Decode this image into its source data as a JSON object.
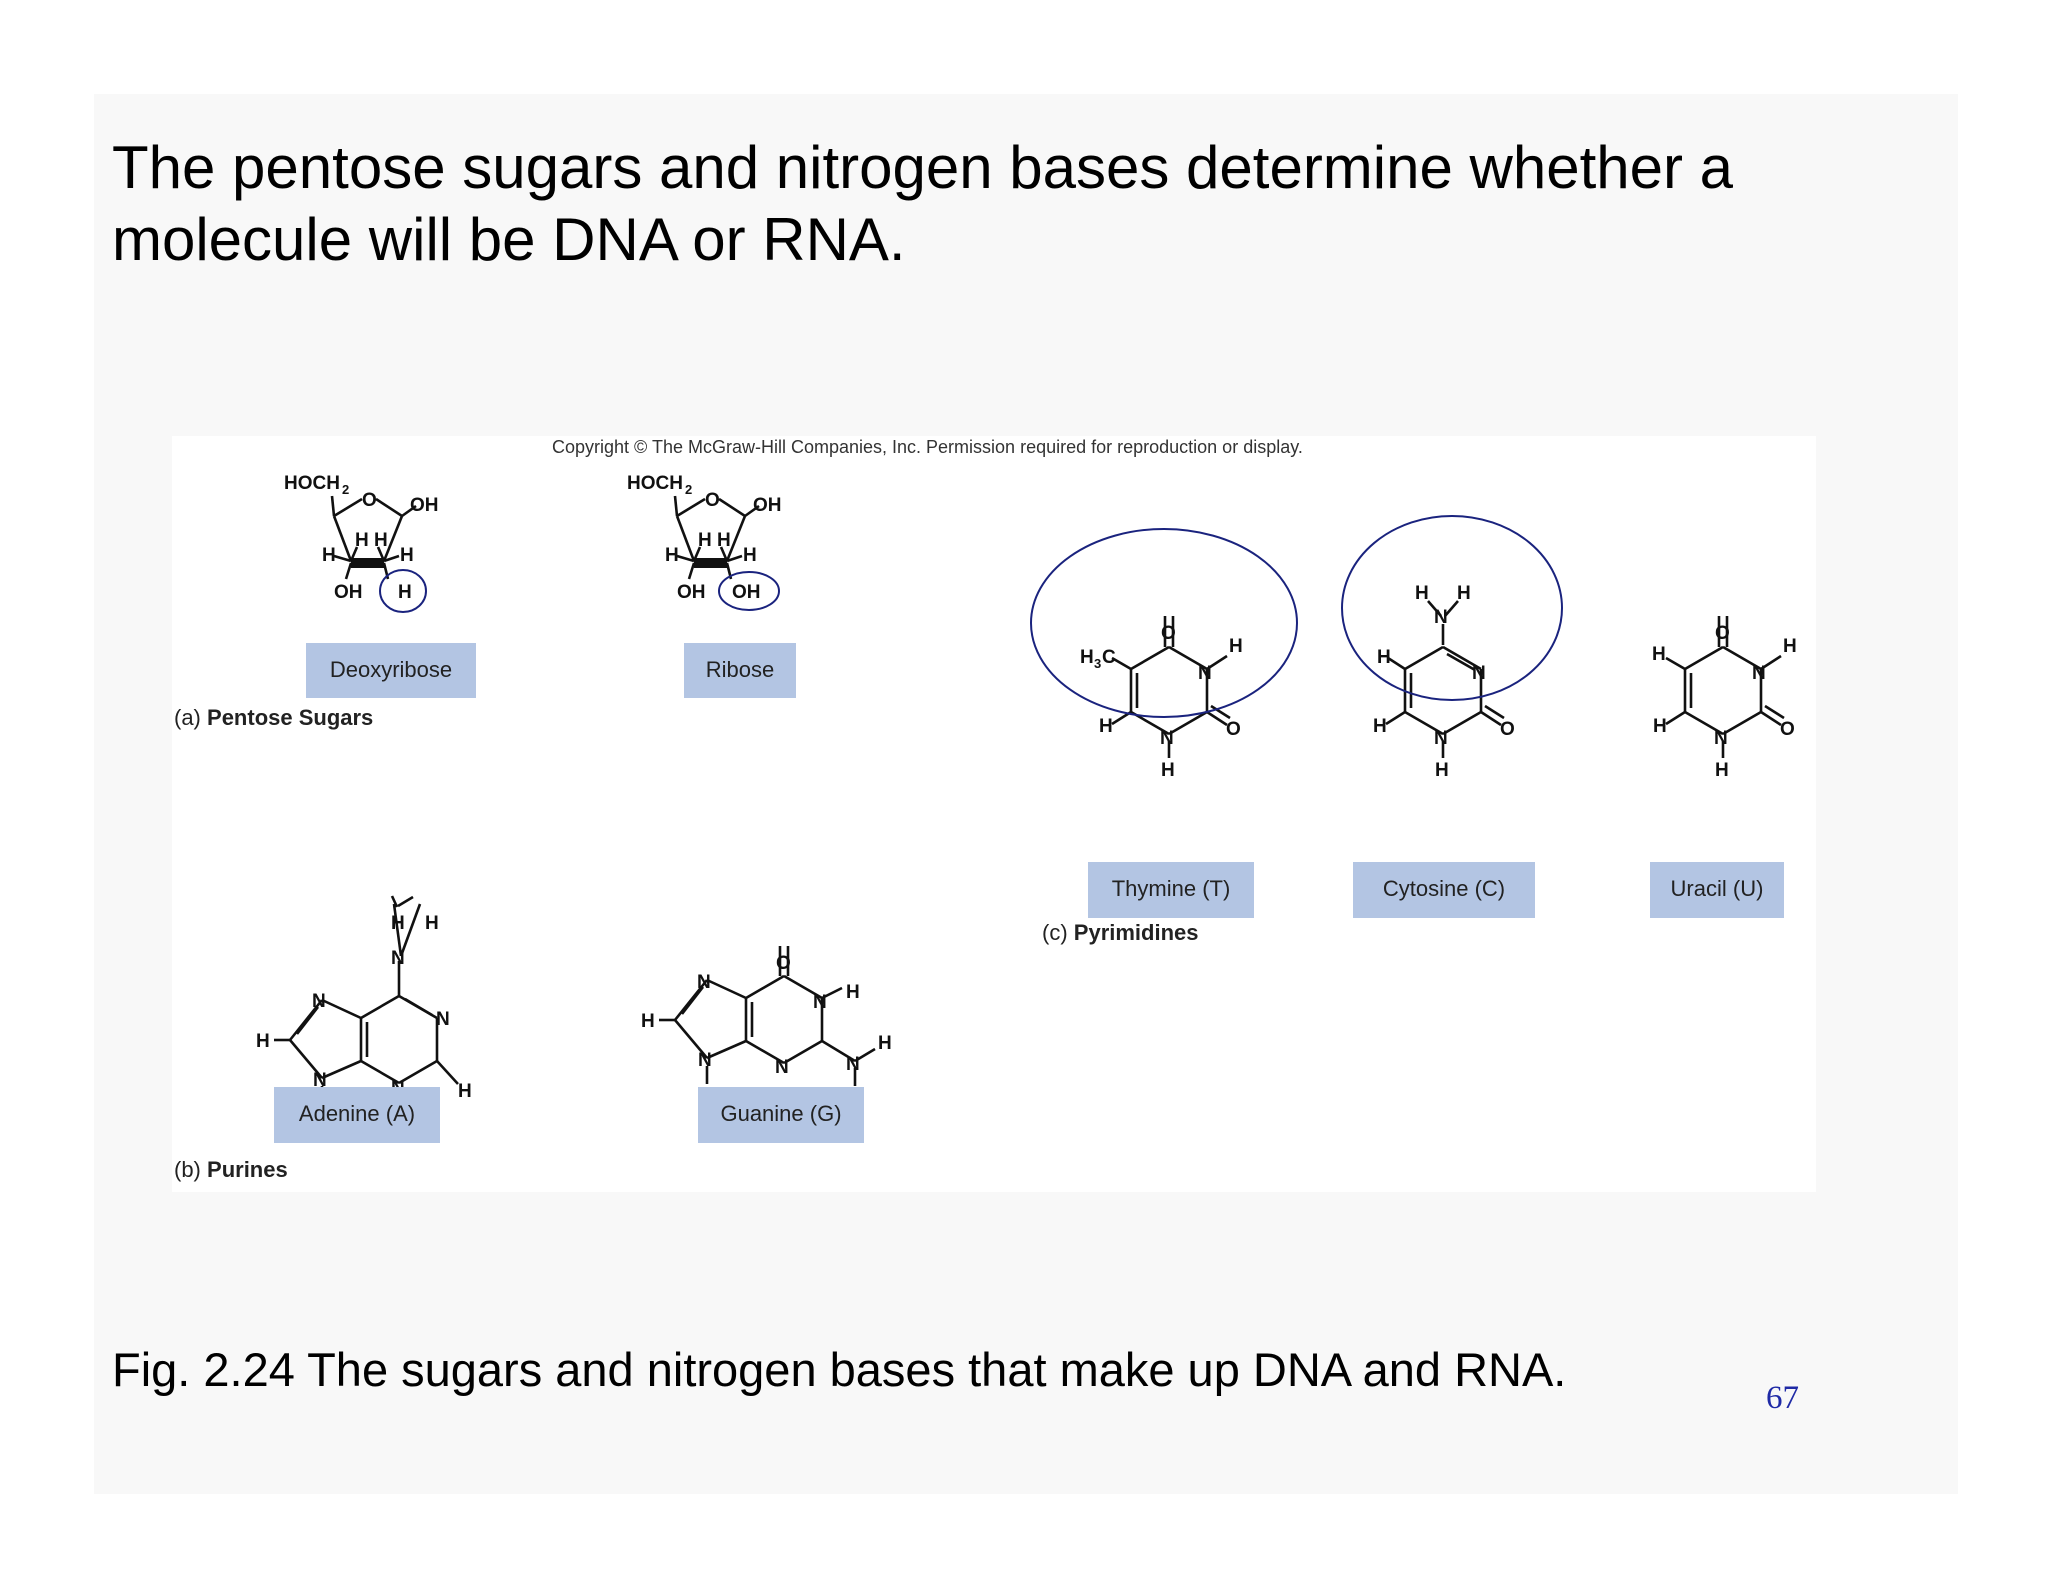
{
  "slide": {
    "title": "The pentose sugars and nitrogen bases determine whether a molecule will be DNA or RNA.",
    "caption": "Fig. 2.24 The sugars and nitrogen bases that make up DNA and RNA.",
    "page_number": "67"
  },
  "figure": {
    "copyright": "Copyright © The McGraw-Hill Companies, Inc. Permission required for reproduction or display.",
    "label_box_color": "#b3c5e3",
    "highlight_circle_color": "#1a237e",
    "sections": {
      "a_prefix": "(a)",
      "a_title": "Pentose Sugars",
      "b_prefix": "(b)",
      "b_title": "Purines",
      "c_prefix": "(c)",
      "c_title": "Pyrimidines"
    },
    "labels": {
      "deoxyribose": "Deoxyribose",
      "ribose": "Ribose",
      "adenine": "Adenine (A)",
      "guanine": "Guanine (G)",
      "thymine": "Thymine (T)",
      "cytosine": "Cytosine (C)",
      "uracil": "Uracil (U)"
    }
  }
}
